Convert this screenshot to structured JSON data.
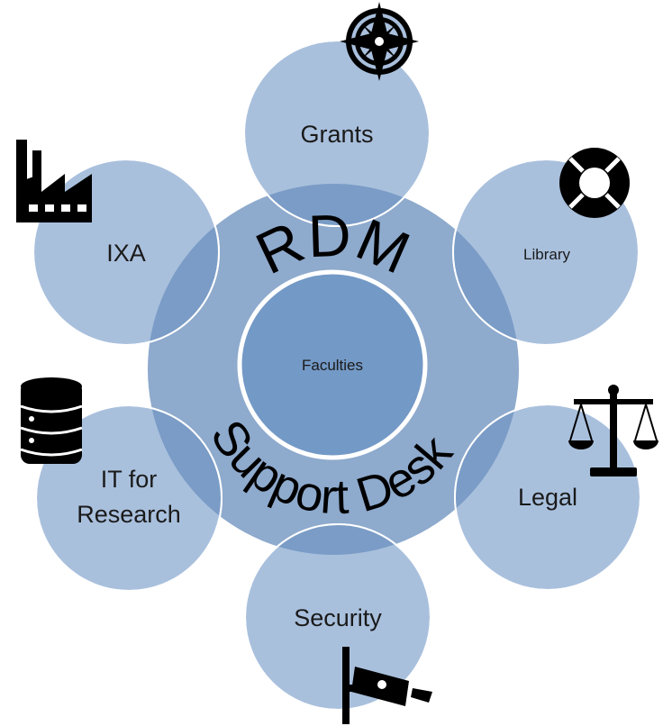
{
  "colors": {
    "satellite_fill": "#a9c0dd",
    "satellite_stroke": "#ffffff",
    "ring_fill": "#8eaacd",
    "overlap_fill": "#7a9cc6",
    "core_fill": "#7399c6",
    "core_stroke": "#ffffff",
    "icon": "#000000"
  },
  "center": {
    "label": "Faculties",
    "arc_top": "RDM",
    "arc_bottom": "Support Desk"
  },
  "satellites": [
    {
      "label": "Grants",
      "icon": "compass-icon"
    },
    {
      "label": "Library",
      "icon": "lifebuoy-icon"
    },
    {
      "label": "Legal",
      "icon": "scales-icon"
    },
    {
      "label": "Security",
      "icon": "security-camera-icon"
    },
    {
      "label_line1": "IT for",
      "label_line2": "Research",
      "icon": "database-icon"
    },
    {
      "label": "IXA",
      "icon": "factory-icon"
    }
  ]
}
